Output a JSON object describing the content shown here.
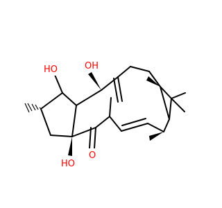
{
  "molecule": {
    "atom_labels": {
      "oh_top": "OH",
      "ho_left": "HO",
      "ho_bottom": "HO",
      "ketone_o": "O"
    },
    "colors": {
      "bond": "#000000",
      "heteroatom": "#ff0000",
      "background": "#ffffff"
    }
  }
}
